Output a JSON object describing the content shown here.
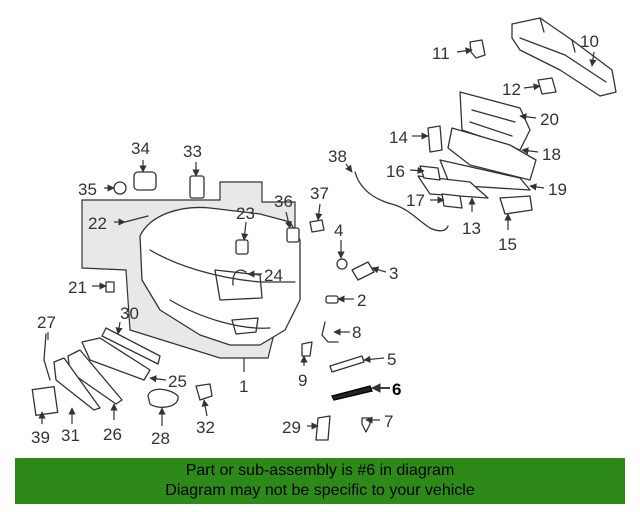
{
  "diagram": {
    "highlighted_part": "6",
    "colors": {
      "banner": "#2d8a18",
      "line": "#333333",
      "shaded_area": "#e8e8e8"
    },
    "callouts": [
      "1",
      "2",
      "3",
      "4",
      "5",
      "6",
      "7",
      "8",
      "9",
      "10",
      "11",
      "12",
      "13",
      "14",
      "15",
      "16",
      "17",
      "18",
      "19",
      "20",
      "21",
      "22",
      "23",
      "24",
      "25",
      "26",
      "27",
      "28",
      "29",
      "30",
      "31",
      "32",
      "33",
      "34",
      "35",
      "36",
      "37",
      "38",
      "39"
    ]
  },
  "banner": {
    "line1": "Part or sub-assembly is #6 in diagram",
    "line2": "Diagram may not be specific to your vehicle"
  }
}
